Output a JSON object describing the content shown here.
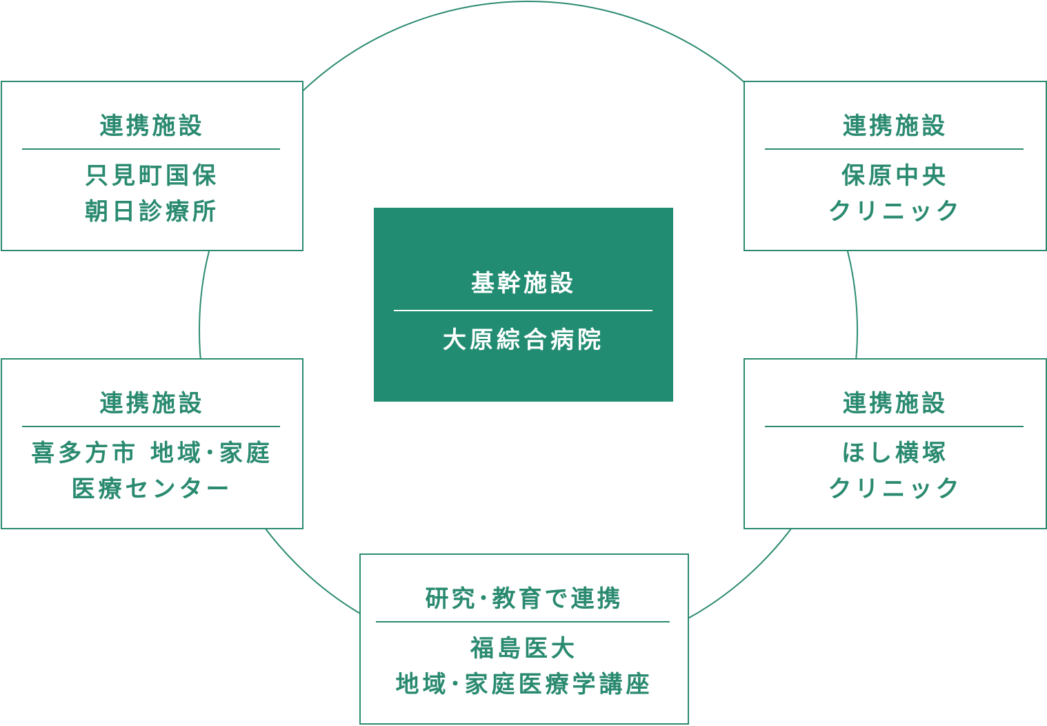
{
  "colors": {
    "accent": "#2a8a70",
    "core_fill": "#218c71",
    "core_text": "#ffffff",
    "background": "#ffffff"
  },
  "core": {
    "role": "基幹施設",
    "name": "大原綜合病院"
  },
  "partners": {
    "top_left": {
      "role": "連携施設",
      "line1": "只見町国保",
      "line2": "朝日診療所"
    },
    "top_right": {
      "role": "連携施設",
      "line1": "保原中央",
      "line2": "クリニック"
    },
    "middle_left": {
      "role": "連携施設",
      "line1": "喜多方市 地域･家庭",
      "line2": "医療センター"
    },
    "middle_right": {
      "role": "連携施設",
      "line1": "ほし横塚",
      "line2": "クリニック"
    }
  },
  "research": {
    "role": "研究･教育で連携",
    "line1": "福島医大",
    "line2": "地域･家庭医療学講座"
  }
}
